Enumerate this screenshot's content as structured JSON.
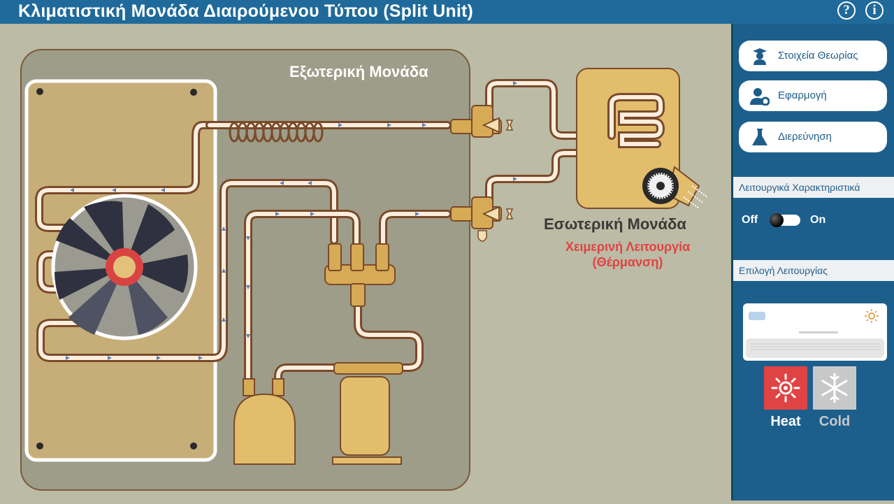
{
  "app": {
    "title": "Κλιματιστική Μονάδα Διαιρούμενου Τύπου (Split Unit)",
    "help_icon": "question-circle-icon",
    "help_label": "?",
    "info_icon": "info-circle-icon",
    "info_label": "i"
  },
  "diagram": {
    "outdoor_label": "Εξωτερική Μονάδα",
    "indoor_label": "Εσωτερική Μονάδα",
    "mode_line1": "Χειμερινή Λειτουργία",
    "mode_line2": "(Θέρμανση)"
  },
  "sidebar": {
    "nav": [
      {
        "label": "Στοιχεία Θεωρίας",
        "icon": "graduate-icon"
      },
      {
        "label": "Εφαρμογή",
        "icon": "user-gear-icon"
      },
      {
        "label": "Διερεύνηση",
        "icon": "flask-icon"
      }
    ],
    "features_title": "Λειτουργικά Χαρακτηριστικά",
    "toggle_off": "Off",
    "toggle_on": "On",
    "mode_title": "Επιλογή Λειτουργίας",
    "heat_label": "Heat",
    "cold_label": "Cold"
  },
  "colors": {
    "header": "#1f6a9a",
    "sidebar": "#1c5f8c",
    "pipe": "#e0b86a",
    "heat_active": "#e04343",
    "cold_inactive": "#c8c8c8",
    "mode_text": "#e04343"
  }
}
